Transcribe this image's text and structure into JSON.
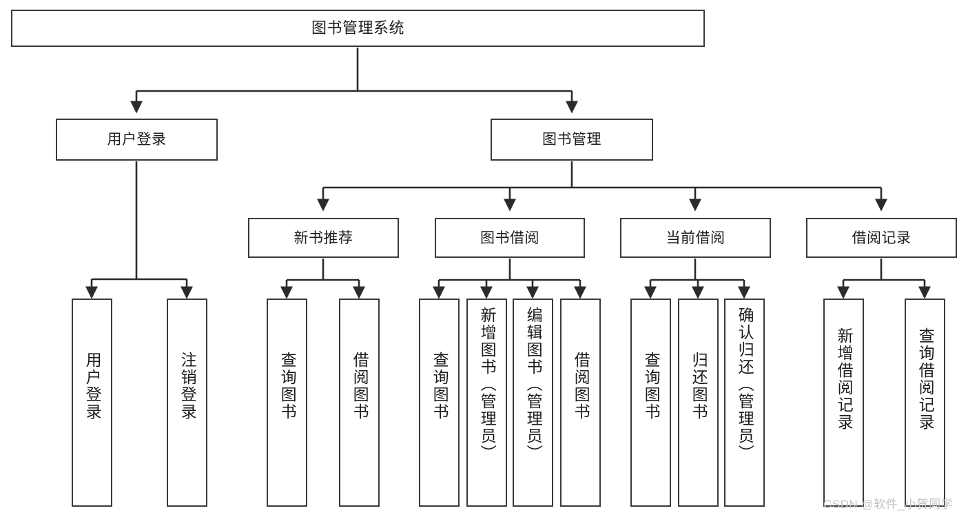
{
  "diagram": {
    "title": "图书管理系统",
    "type": "hierarchy-tree",
    "stroke_color": "#3a3a3a",
    "fill_color": "#ffffff",
    "text_color": "#1d1d1d"
  },
  "nodes": {
    "root": {
      "label": "图书管理系统",
      "level": 1
    },
    "level2": [
      {
        "id": "user-login",
        "label": "用户登录"
      },
      {
        "id": "book-manage",
        "label": "图书管理"
      }
    ],
    "level3": [
      {
        "id": "new-book-recommend",
        "label": "新书推荐"
      },
      {
        "id": "book-borrow",
        "label": "图书借阅"
      },
      {
        "id": "current-borrow",
        "label": "当前借阅"
      },
      {
        "id": "borrow-record",
        "label": "借阅记录"
      }
    ],
    "leaves": {
      "user_login": [
        {
          "id": "leaf-user-login",
          "label": "用户登录"
        },
        {
          "id": "leaf-logout-login",
          "label": "注销登录"
        }
      ],
      "new_book_recommend": [
        {
          "id": "leaf-query-book-1",
          "label": "查询图书"
        },
        {
          "id": "leaf-borrow-book-1",
          "label": "借阅图书"
        }
      ],
      "book_borrow": [
        {
          "id": "leaf-query-book-2",
          "label": "查询图书"
        },
        {
          "id": "leaf-add-book",
          "label": "新增图书（管理员）"
        },
        {
          "id": "leaf-edit-book",
          "label": "编辑图书（管理员）"
        },
        {
          "id": "leaf-borrow-book-2",
          "label": "借阅图书"
        }
      ],
      "current_borrow": [
        {
          "id": "leaf-query-book-3",
          "label": "查询图书"
        },
        {
          "id": "leaf-return-book",
          "label": "归还图书"
        },
        {
          "id": "leaf-confirm-return",
          "label": "确认归还（管理员）"
        }
      ],
      "borrow_record": [
        {
          "id": "leaf-add-record",
          "label": "新增借阅记录"
        },
        {
          "id": "leaf-query-record",
          "label": "查询借阅记录"
        }
      ]
    }
  },
  "watermark": {
    "text": "CSDN @软件_小贺同学"
  }
}
